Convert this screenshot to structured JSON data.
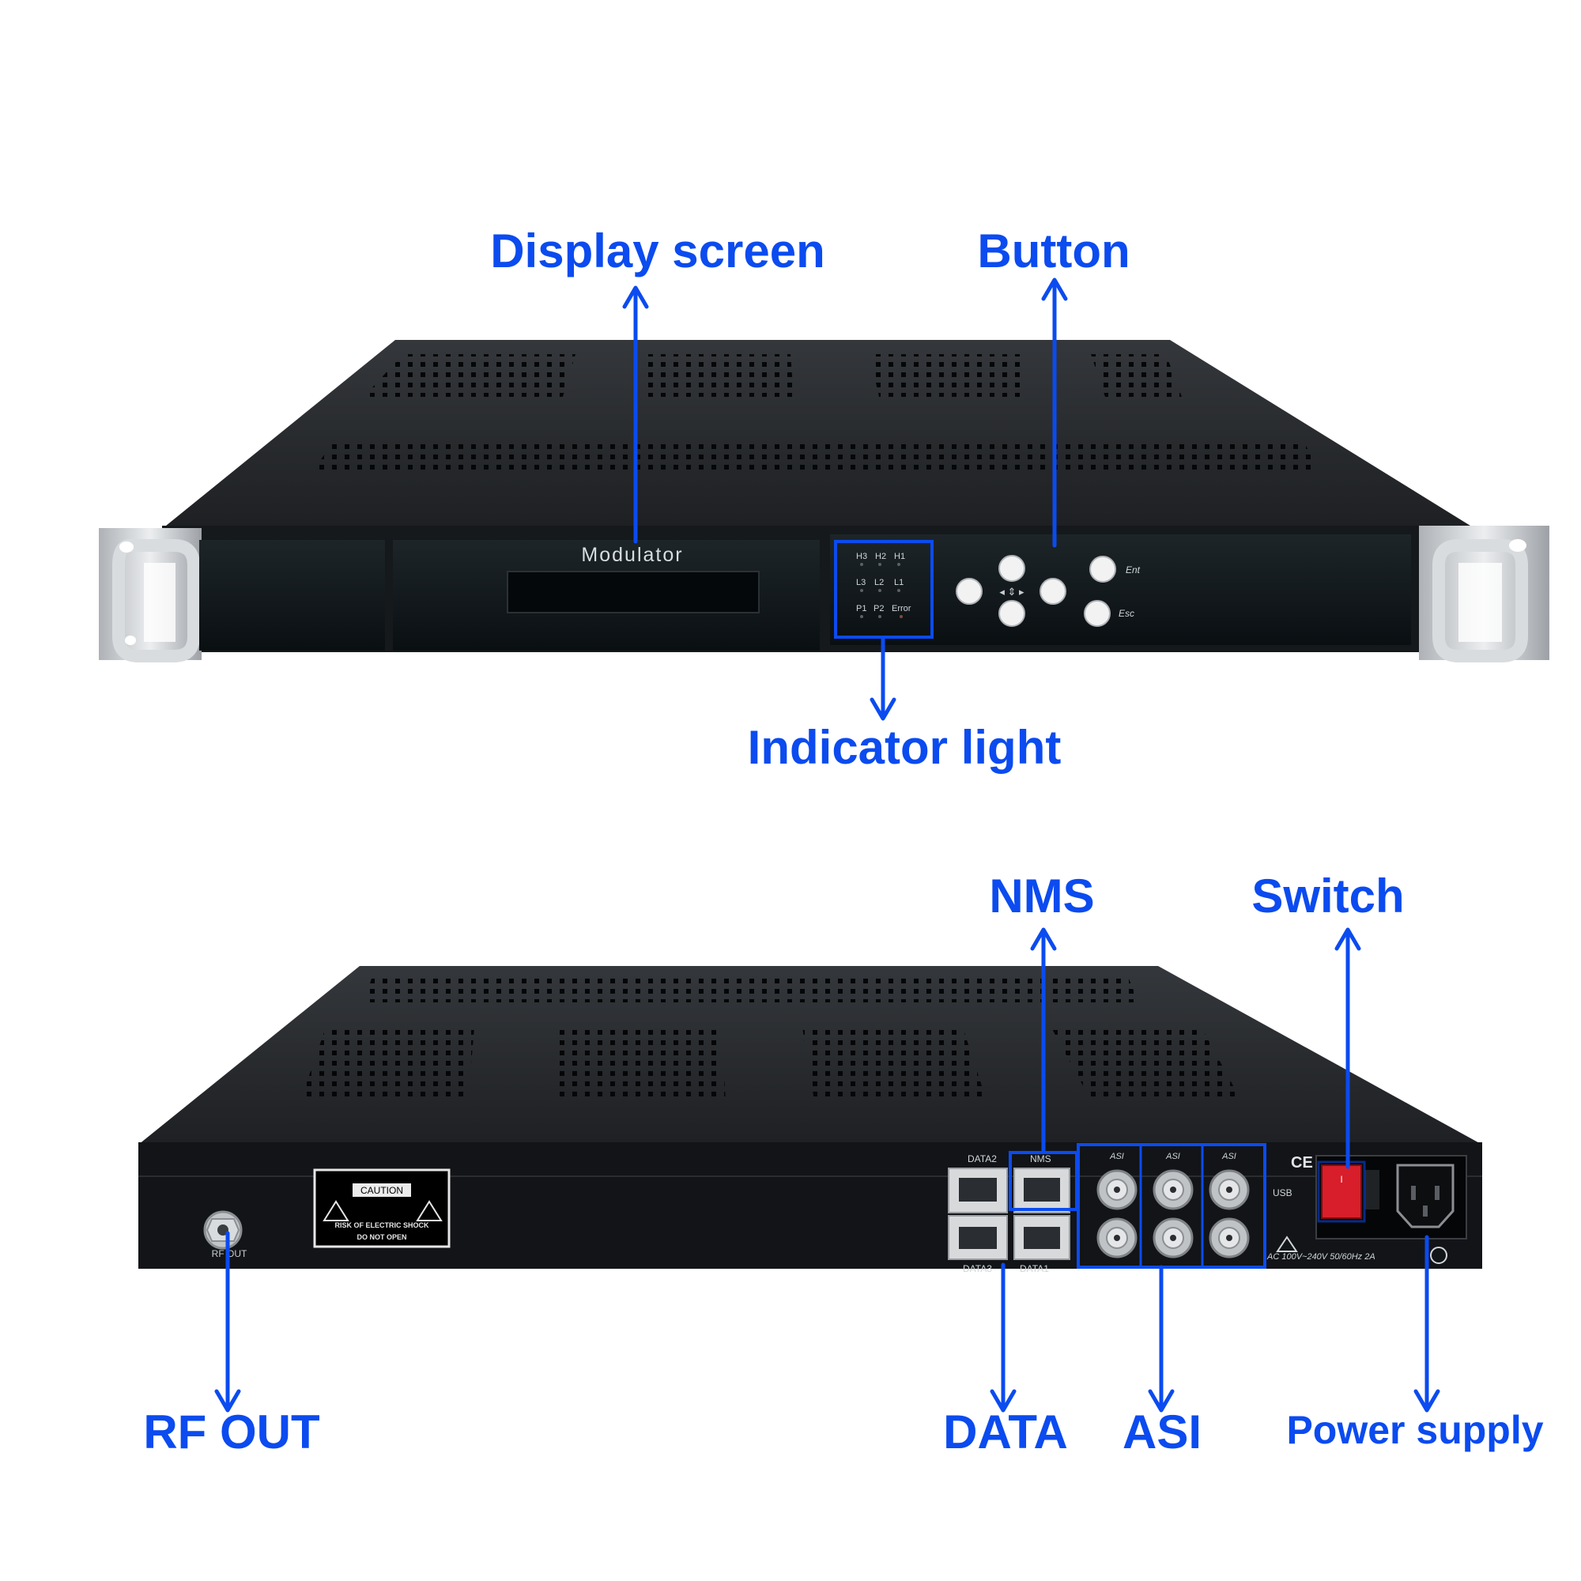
{
  "colors": {
    "accent_blue": "#0b4bef",
    "chassis": "#1b1d20",
    "chassis_top": "#2a2c30",
    "faceplate": "#0c1216",
    "rack_ear": "#c9ccd0",
    "switch_red": "#d81e2a"
  },
  "callouts": {
    "display_screen": "Display screen",
    "button": "Button",
    "indicator_light": "Indicator light",
    "nms": "NMS",
    "switch": "Switch",
    "rf_out": "RF OUT",
    "data": "DATA",
    "asi": "ASI",
    "power_supply": "Power supply"
  },
  "front_panel": {
    "model_label": "Modulator",
    "leds": [
      "H3",
      "H2",
      "H1",
      "L3",
      "L2",
      "L1",
      "P1",
      "P2",
      "Error"
    ],
    "ent_label": "Ent",
    "esc_label": "Esc"
  },
  "rear_panel": {
    "caution_title": "CAUTION",
    "caution_line1": "RISK OF ELECTRIC SHOCK",
    "caution_line2": "DO NOT OPEN",
    "rf_label": "RF OUT",
    "data2_label": "DATA2",
    "nms_label": "NMS",
    "data3_label": "DATA3",
    "data1_label": "DATA1",
    "asi_labels": [
      "ASI",
      "ASI",
      "ASI"
    ],
    "usb_label": "USB",
    "ce_label": "CE",
    "ac_label": "AC 100V~240V 50/60Hz 2A"
  }
}
